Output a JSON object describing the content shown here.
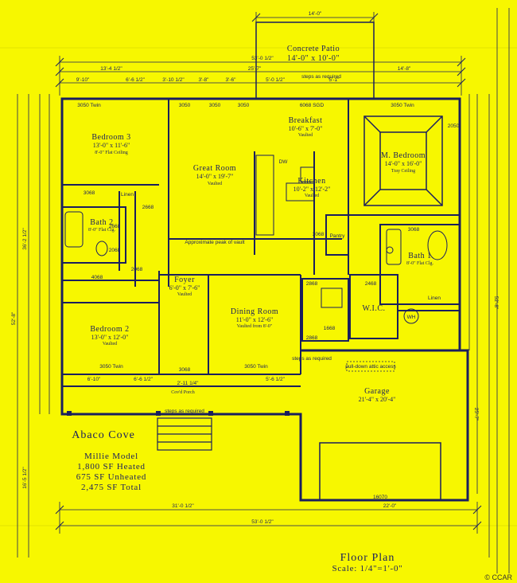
{
  "title_block": {
    "community": "Abaco Cove",
    "model": "Millie Model",
    "heated": "1,800 SF Heated",
    "unheated": "675 SF Unheated",
    "total": "2,475 SF Total"
  },
  "plan_title": "Floor Plan",
  "scale": "Scale: 1/4\"=1'-0\"",
  "watermark": "© CCAR",
  "rooms": {
    "patio": {
      "name": "Concrete Patio",
      "size": "14'-0\" x 10'-0\""
    },
    "bedroom3": {
      "name": "Bedroom 3",
      "size": "13'-0\" x 11'-6\"",
      "note": "8'-0\" Flat Ceiling"
    },
    "great_room": {
      "name": "Great Room",
      "size": "14'-0\" x 19'-7\"",
      "note": "Vaulted"
    },
    "breakfast": {
      "name": "Breakfast",
      "size": "10'-6\" x 7'-0\"",
      "note": "Vaulted"
    },
    "kitchen": {
      "name": "Kitchen",
      "size": "10'-2\" x 12'-2\"",
      "note": "Vaulted"
    },
    "master": {
      "name": "M. Bedroom",
      "size": "14'-0\" x 16'-0\"",
      "note": "Tray Ceiling"
    },
    "bath2": {
      "name": "Bath 2",
      "note": "8'-0\" Flat Clg."
    },
    "bath1": {
      "name": "Bath 1",
      "note": "8'-0\" Flat Clg."
    },
    "foyer": {
      "name": "Foyer",
      "size": "6'-0\" x 7'-6\"",
      "note": "Vaulted"
    },
    "dining": {
      "name": "Dining Room",
      "size": "11'-0\" x 12'-6\"",
      "note": "Vaulted from 8'-0\""
    },
    "wic": {
      "name": "W.I.C."
    },
    "bedroom2": {
      "name": "Bedroom 2",
      "size": "13'-0\" x 12'-0\"",
      "note": "Vaulted"
    },
    "garage": {
      "name": "Garage",
      "size": "21'-4\" x 20'-4\""
    },
    "porch": {
      "name": "Cov'd Porch"
    }
  },
  "labels": {
    "w3050_a": "3050 Twin",
    "w3050_b": "3050",
    "w3050_c": "3050",
    "w3050_d": "3050",
    "sgd": "6068 SGD",
    "w3050_e": "3050 Twin",
    "w3050_f": "3050 Twin",
    "w3050_g": "3050 Twin",
    "d3068_a": "3068",
    "d3068_b": "3068",
    "d3068_c": "3068",
    "d3068_d": "3068",
    "d2668_a": "2668",
    "d2668_b": "2668",
    "d2068_a": "2068",
    "d2068_b": "2068",
    "d4068": "4068",
    "d2868_a": "2868",
    "d2868_b": "2868",
    "d2468": "2468",
    "d1668": "1668",
    "door16070": "16070",
    "w2050": "2050",
    "linen_a": "Linen",
    "linen_b": "Linen",
    "pantry": "Pantry",
    "wh": "WH",
    "dw": "DW",
    "attic": "pull-down attic access",
    "vault": "Approximate peak of vault",
    "steps_a": "steps as required",
    "steps_b": "steps as required",
    "steps_c": "steps as required"
  },
  "dims": {
    "top_14": "14'-0\"",
    "top_53": "53'-0 1/2\"",
    "top_13": "13'-4 1/2\"",
    "top_25": "25'-7\"",
    "top_14b": "14'-8\"",
    "r_9_10": "9'-10\"",
    "r_6_6": "6'-6 1/2\"",
    "r_3_10": "3'-10 1/2\"",
    "r_3_8": "3'-8\"",
    "r_3_6": "3'-6\"",
    "r_5_0": "5'-0 1/2\"",
    "r_5_1": "5'-1\"",
    "b_31": "31'-0 1/2\"",
    "b_53": "53'-0 1/2\"",
    "b_22": "22'-0\"",
    "left_52": "52'-8\"",
    "left_36": "36'-2 1/2\"",
    "left_16": "16'-5 1/2\"",
    "right_52": "52'-8\"",
    "right_25": "25'-7\"",
    "porch_6": "6'-10\"",
    "porch_6b": "6'-6 1/2\"",
    "porch_2": "2'-11 1/4\"",
    "porch_5": "5'-6 1/2\""
  }
}
